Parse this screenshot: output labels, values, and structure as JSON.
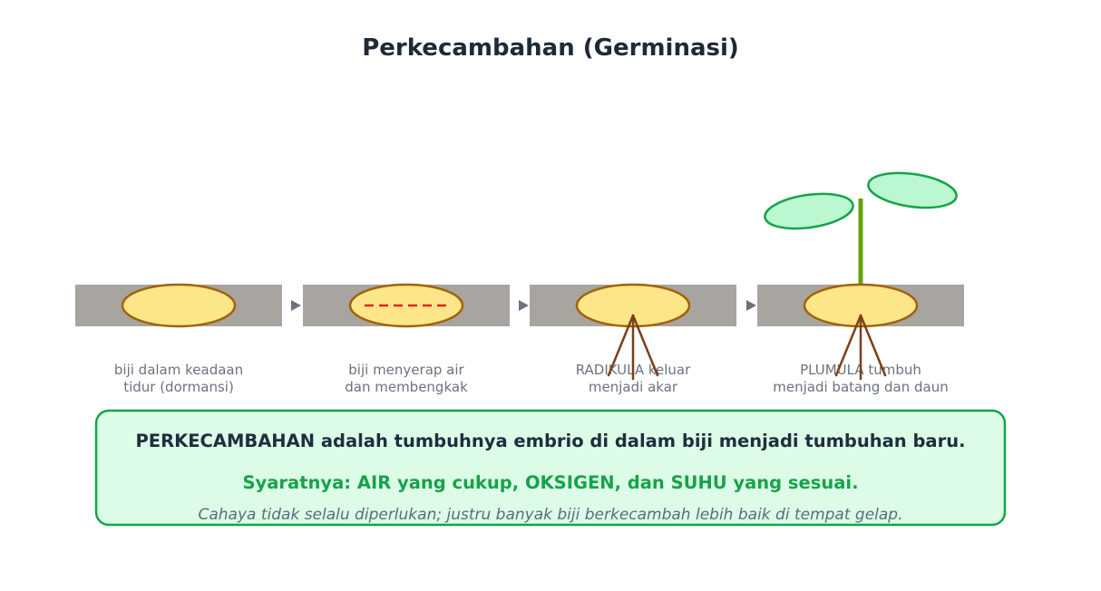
{
  "title": "Perkecambahan (Germinasi)",
  "colors": {
    "soil": "#a8a49f",
    "seed_fill": "#fde68a",
    "seed_stroke": "#a16207",
    "water_line": "#dc2626",
    "root": "#7c3f16",
    "stem": "#65a30d",
    "leaf_fill": "#bbf7d0",
    "leaf_stroke": "#16a34a",
    "arrow": "#6b7280",
    "box_fill": "#dcfce7",
    "box_stroke": "#16a34a"
  },
  "stages": [
    {
      "caption_line1": "biji dalam keadaan",
      "caption_line2": "tidur (dormansi)"
    },
    {
      "caption_line1": "biji menyerap air",
      "caption_line2": "dan membengkak"
    },
    {
      "caption_line1": "RADIKULA keluar",
      "caption_line2": "menjadi akar"
    },
    {
      "caption_line1": "PLUMULA tumbuh",
      "caption_line2": "menjadi batang dan daun"
    }
  ],
  "info": {
    "definition_term": "PERKECAMBAHAN",
    "definition_rest": " adalah tumbuhnya embrio di dalam biji menjadi tumbuhan baru.",
    "requirements": "Syaratnya: AIR yang cukup, OKSIGEN, dan SUHU yang sesuai.",
    "note": "Cahaya tidak selalu diperlukan; justru banyak biji berkecambah lebih baik di tempat gelap."
  }
}
